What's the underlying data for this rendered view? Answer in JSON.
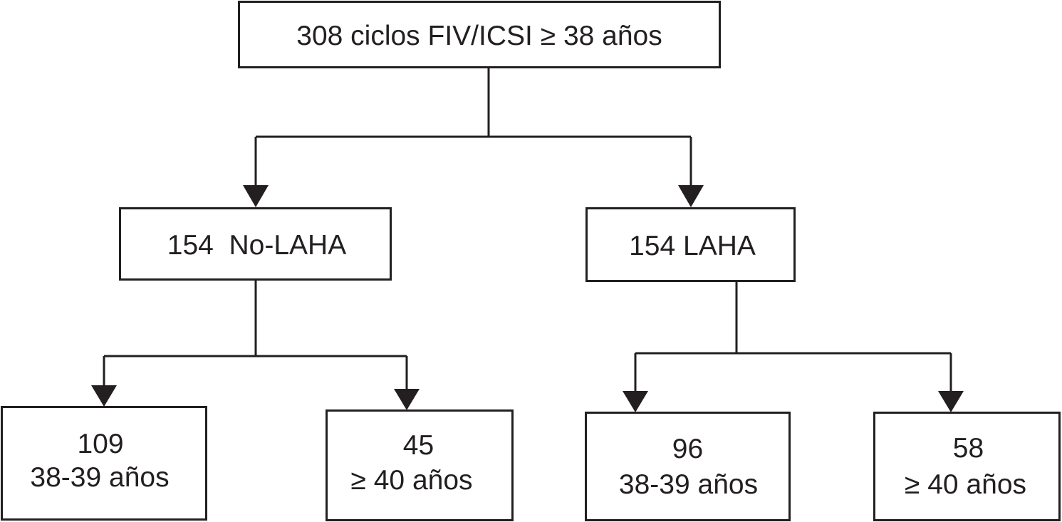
{
  "diagram": {
    "root": {
      "label": "308 ciclos FIV/ICSI ≥ 38 años"
    },
    "groups": [
      {
        "label": "154  No-LAHA",
        "children": [
          {
            "count": "109",
            "age": "38-39 años"
          },
          {
            "count": "45",
            "age": "≥ 40 años"
          }
        ]
      },
      {
        "label": "154 LAHA",
        "children": [
          {
            "count": "96",
            "age": "38-39 años"
          },
          {
            "count": "58",
            "age": "≥ 40 años"
          }
        ]
      }
    ]
  }
}
